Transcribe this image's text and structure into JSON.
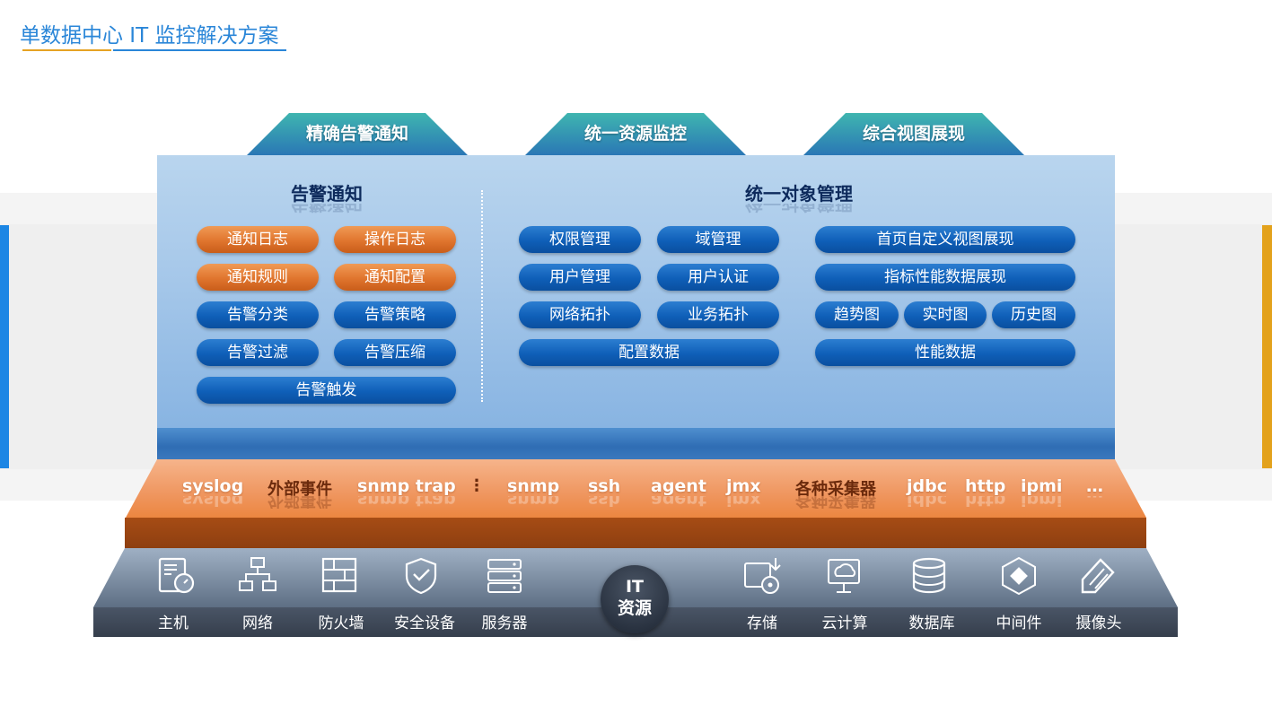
{
  "title": "单数据中心 IT 监控解决方案",
  "tabs": [
    "精确告警通知",
    "统一资源监控",
    "综合视图展现"
  ],
  "alert_section": {
    "title": "告警通知",
    "items": [
      "通知日志",
      "操作日志",
      "通知规则",
      "通知配置",
      "告警分类",
      "告警策略",
      "告警过滤",
      "告警压缩",
      "告警触发"
    ]
  },
  "object_section": {
    "title": "统一对象管理",
    "items": [
      "权限管理",
      "域管理",
      "用户管理",
      "用户认证",
      "网络拓扑",
      "业务拓扑",
      "配置数据"
    ],
    "views": [
      "首页自定义视图展现",
      "指标性能数据展现",
      "趋势图",
      "实时图",
      "历史图",
      "性能数据"
    ]
  },
  "protocols": [
    "syslog",
    "外部事件",
    "snmp trap",
    "⋮",
    "snmp",
    "ssh",
    "agent",
    "jmx",
    "各种采集器",
    "jdbc",
    "http",
    "ipmi",
    "…"
  ],
  "resources": {
    "center_line1": "IT",
    "center_line2": "资源",
    "left": [
      "主机",
      "网络",
      "防火墙",
      "安全设备",
      "服务器"
    ],
    "right": [
      "存储",
      "云计算",
      "数据库",
      "中间件",
      "摄像头"
    ]
  },
  "colors": {
    "title_blue": "#2a86d8",
    "accent_orange": "#e6a323",
    "pill_blue": "#0f5fb8",
    "pill_orange": "#e0752e"
  }
}
